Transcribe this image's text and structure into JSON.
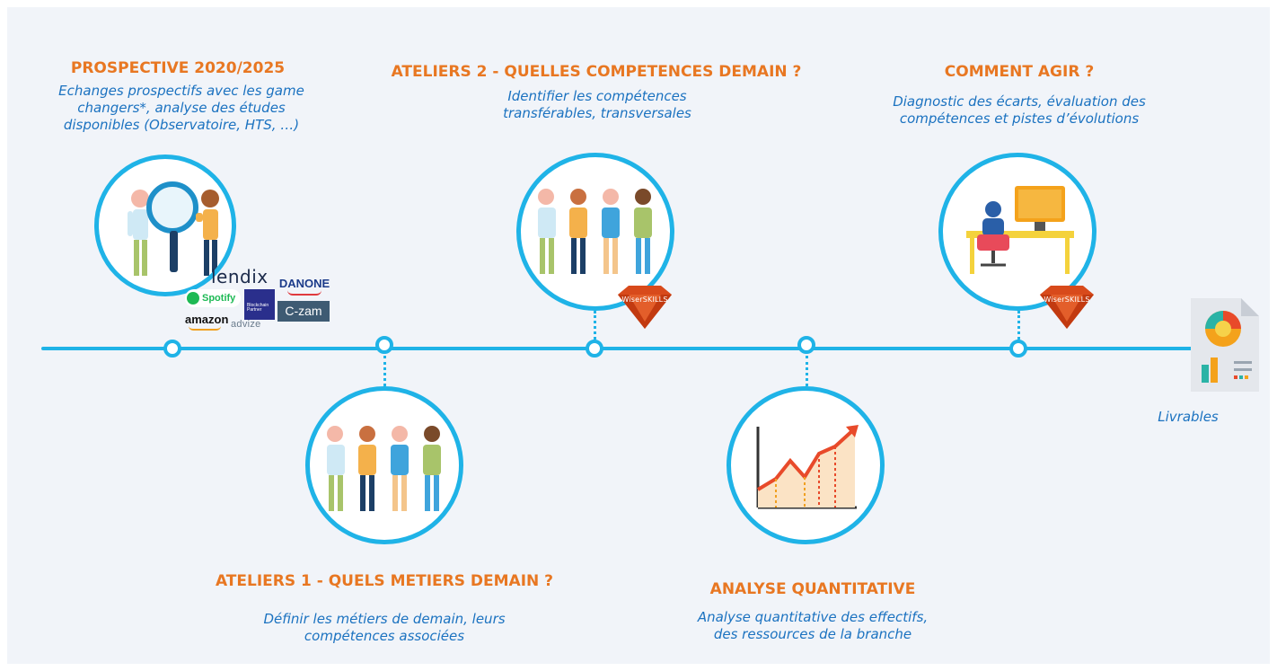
{
  "milestones": [
    {
      "title": "PROSPECTIVE 2020/2025",
      "description": [
        "Echanges prospectifs avec les game",
        "changers*, analyse des études",
        "disponibles (Observatoire, HTS, …)"
      ]
    },
    {
      "title": "ATELIERS 1 - QUELS METIERS DEMAIN ?",
      "description": [
        "Définir les métiers de demain, leurs",
        "compétences associées"
      ]
    },
    {
      "title": "ATELIERS 2 - QUELLES COMPETENCES DEMAIN ?",
      "description": [
        "Identifier les compétences",
        "transférables, transversales"
      ]
    },
    {
      "title": "ANALYSE QUANTITATIVE",
      "description": [
        "Analyse quantitative des effectifs,",
        "des ressources de la branche"
      ]
    },
    {
      "title": "COMMENT AGIR ?",
      "description": [
        "Diagnostic des écarts, évaluation des",
        "compétences et pistes d’évolutions"
      ]
    }
  ],
  "partner_logos": {
    "spotify": "Spotify",
    "lendix": "lendix",
    "blockchain": "Blockchain Partner",
    "danone": "DANONE",
    "czam": "C-zam",
    "amazon": "amazon",
    "advize": "advize"
  },
  "badges": {
    "wiser_skills_1": "WiserSKILLS",
    "wiser_skills_2": "WiserSKILLS"
  },
  "deliverables": {
    "label": "Livrables"
  },
  "colors": {
    "accent_orange": "#e87722",
    "text_blue": "#1b72c0",
    "timeline_cyan": "#1fb3e7",
    "background": "#f1f4f9"
  },
  "icons": {
    "prospective": "magnifier-people-icon",
    "ateliers1": "team-people-icon",
    "ateliers2": "team-people-icon",
    "analyse": "growth-chart-icon",
    "comment_agir": "desk-computer-icon",
    "deliverable": "report-document-icon"
  }
}
